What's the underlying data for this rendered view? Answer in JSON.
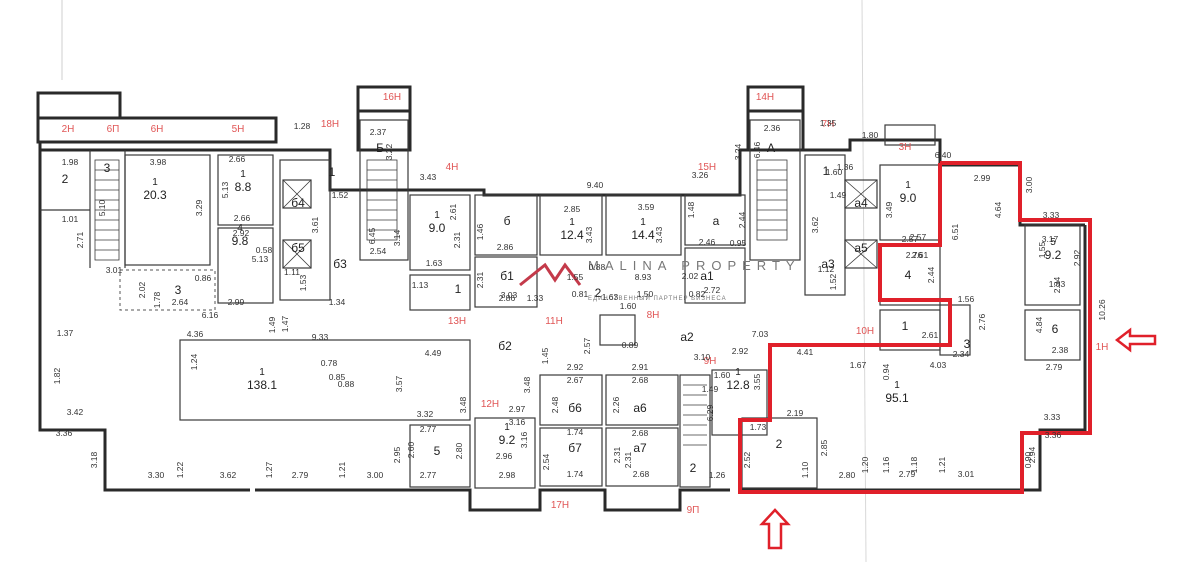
{
  "watermark": {
    "brand": "MALINA PROPERTY",
    "tagline": "ЕДИНСТВЕННЫЙ ПАРТНЕР БИЗНЕСА",
    "brand_color": "#c43a4a"
  },
  "colors": {
    "highlight": "#e0202a",
    "unit_label": "#e05555",
    "walls": "#2a2a2a"
  },
  "unit_labels": [
    "2Н",
    "6П",
    "6Н",
    "5Н",
    "18Н",
    "16Н",
    "4Н",
    "15Н",
    "14Н",
    "7Н",
    "3Н",
    "13Н",
    "11Н",
    "8Н",
    "10Н",
    "9Н",
    "12Н",
    "17Н",
    "9П",
    "1Н"
  ],
  "rooms": [
    {
      "id": "r_2_left",
      "number": "2"
    },
    {
      "id": "r_3_stair_left",
      "number": "3"
    },
    {
      "id": "r_1_203",
      "number": "1",
      "area": "20.3"
    },
    {
      "id": "r_1_88",
      "number": "1",
      "area": "8.8"
    },
    {
      "id": "r_4_98",
      "number": "4",
      "area": "9.8"
    },
    {
      "id": "r_3_small",
      "number": "3"
    },
    {
      "id": "r_64",
      "number": "б4"
    },
    {
      "id": "r_65",
      "number": "б5"
    },
    {
      "id": "r_63",
      "number": "б3"
    },
    {
      "id": "r_1_18h",
      "number": "1"
    },
    {
      "id": "r_B",
      "number": "Б"
    },
    {
      "id": "r_1_90_left",
      "number": "1",
      "area": "9.0"
    },
    {
      "id": "r_1_13h",
      "number": "1"
    },
    {
      "id": "r_b",
      "number": "б"
    },
    {
      "id": "r_b1",
      "number": "б1"
    },
    {
      "id": "r_1_124",
      "number": "1",
      "area": "12.4"
    },
    {
      "id": "r_1_144",
      "number": "1",
      "area": "14.4"
    },
    {
      "id": "r_2_center",
      "number": "2"
    },
    {
      "id": "r_a",
      "number": "а"
    },
    {
      "id": "r_a1",
      "number": "а1"
    },
    {
      "id": "r_A",
      "number": "А"
    },
    {
      "id": "r_a3",
      "number": "а3"
    },
    {
      "id": "r_1_7h",
      "number": "1"
    },
    {
      "id": "r_a4",
      "number": "а4"
    },
    {
      "id": "r_a5",
      "number": "а5"
    },
    {
      "id": "r_1_90_right",
      "number": "1",
      "area": "9.0"
    },
    {
      "id": "r_4_right",
      "number": "4"
    },
    {
      "id": "r_5_92_right",
      "number": "5",
      "area": "9.2"
    },
    {
      "id": "r_6_right",
      "number": "6"
    },
    {
      "id": "r_1_10h",
      "number": "1"
    },
    {
      "id": "r_3_right",
      "number": "3"
    },
    {
      "id": "r_1_1381",
      "number": "1",
      "area": "138.1"
    },
    {
      "id": "r_b2",
      "number": "б2"
    },
    {
      "id": "r_a2",
      "number": "а2"
    },
    {
      "id": "r_b6",
      "number": "б6"
    },
    {
      "id": "r_a6",
      "number": "а6"
    },
    {
      "id": "r_b7",
      "number": "б7"
    },
    {
      "id": "r_a7",
      "number": "а7"
    },
    {
      "id": "r_5_bottom",
      "number": "5"
    },
    {
      "id": "r_1_92_bottom",
      "number": "1",
      "area": "9.2"
    },
    {
      "id": "r_1_128",
      "number": "1",
      "area": "12.8"
    },
    {
      "id": "r_2_stair_bottom",
      "number": "2"
    },
    {
      "id": "r_1_951",
      "number": "1",
      "area": "95.1"
    },
    {
      "id": "r_2_bottom",
      "number": "2"
    }
  ],
  "dimensions": [
    "1.98",
    "3.98",
    "2.66",
    "1.28",
    "2.37",
    "3.22",
    "2.36",
    "3.24",
    "1.35",
    "1.80",
    "6.40",
    "5.10",
    "3.29",
    "5.13",
    "3.61",
    "6.45",
    "3.14",
    "3.43",
    "2.61",
    "9.40",
    "3.26",
    "1.48",
    "6.46",
    "3.62",
    "3.49",
    "2.99",
    "3.00",
    "1.01",
    "2.71",
    "2.92",
    "2.66",
    "0.58",
    "3.01",
    "2.02",
    "1.78",
    "0.86",
    "2.64",
    "2.99",
    "6.16",
    "1.49",
    "1.11",
    "1.53",
    "1.47",
    "2.85",
    "3.59",
    "2.44",
    "2.46",
    "0.95",
    "2.72",
    "1.12",
    "1.52",
    "1.49",
    "2.57",
    "4.64",
    "3.33",
    "3.17",
    "2.92",
    "1.55",
    "2.34",
    "1.83",
    "6.51",
    "2.76",
    "2.44",
    "10.26",
    "1.56",
    "2.76",
    "4.84",
    "2.38",
    "2.79",
    "4.36",
    "9.33",
    "4.49",
    "1.37",
    "1.82",
    "1.24",
    "0.78",
    "0.85",
    "0.88",
    "3.57",
    "3.48",
    "3.48",
    "1.45",
    "2.57",
    "3.10",
    "7.03",
    "4.41",
    "1.60",
    "3.55",
    "1.67",
    "0.94",
    "4.03",
    "2.34",
    "2.92",
    "2.91",
    "2.67",
    "2.68",
    "2.48",
    "2.26",
    "2.31",
    "1.49",
    "6.29",
    "2.97",
    "3.32",
    "2.77",
    "3.42",
    "3.36",
    "3.18",
    "2.95",
    "2.60",
    "2.80",
    "3.16",
    "2.54",
    "1.74",
    "2.31",
    "2.68",
    "2.92",
    "2.19",
    "1.73",
    "2.52",
    "1.10",
    "2.85",
    "1.20",
    "1.16",
    "1.18",
    "1.21",
    "3.33",
    "3.36",
    "2.94",
    "0.90",
    "3.30",
    "1.22",
    "3.62",
    "1.27",
    "2.79",
    "1.21",
    "3.00",
    "2.77",
    "2.98",
    "1.74",
    "2.68",
    "1.26",
    "2.80",
    "2.79",
    "3.01",
    "2.86",
    "2.86",
    "1.33",
    "1.55",
    "0.88",
    "1.63",
    "1.60",
    "8.93",
    "2.02",
    "0.82",
    "0.89",
    "0.81",
    "1.50",
    "1.52",
    "2.54",
    "2.31",
    "1.46",
    "3.03",
    "2.61",
    "1.63",
    "2.31",
    "3.43",
    "3.43",
    "2.96",
    "3.16",
    "1.34",
    "1.13",
    "5.13",
    "1.60",
    "2.57",
    "2.61",
    "1.36"
  ]
}
